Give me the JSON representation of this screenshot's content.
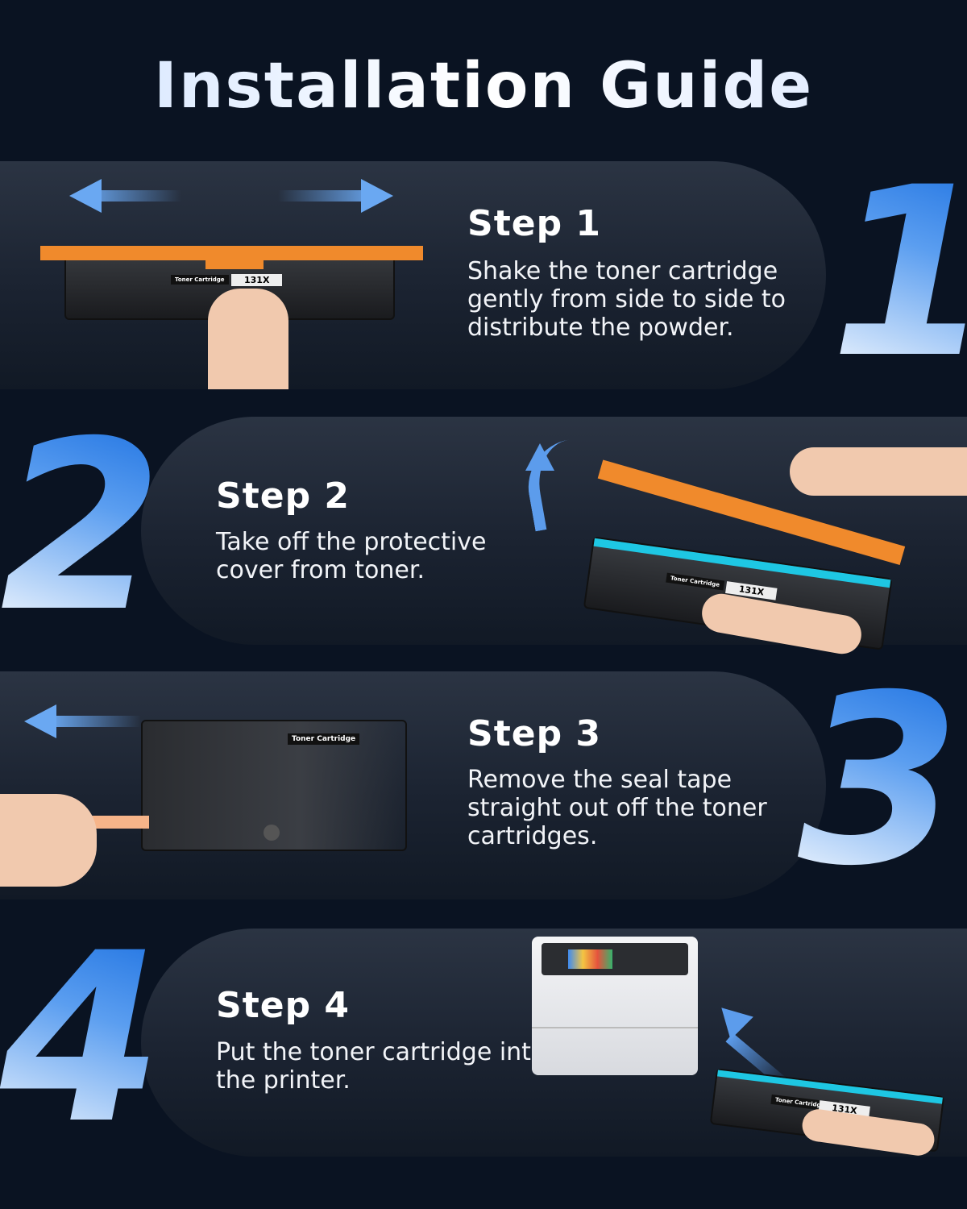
{
  "title": "Installation Guide",
  "steps": [
    {
      "number": "1",
      "label": "Step 1",
      "text": "Shake the toner cartridge gently from side to side to distribute the powder."
    },
    {
      "number": "2",
      "label": "Step 2",
      "text": "Take off the protective cover from toner."
    },
    {
      "number": "3",
      "label": "Step 3",
      "text": "Remove the seal tape straight out off the toner cartridges."
    },
    {
      "number": "4",
      "label": "Step 4",
      "text": "Put the toner cartridge into the printer."
    }
  ],
  "product": {
    "label": "Toner Cartridge",
    "model": "131X"
  },
  "colors": {
    "background": "#0a1322",
    "accent_blue": "#1a6fe0",
    "cover_orange": "#f08a2c",
    "cartridge_teal": "#1ec7e3"
  }
}
